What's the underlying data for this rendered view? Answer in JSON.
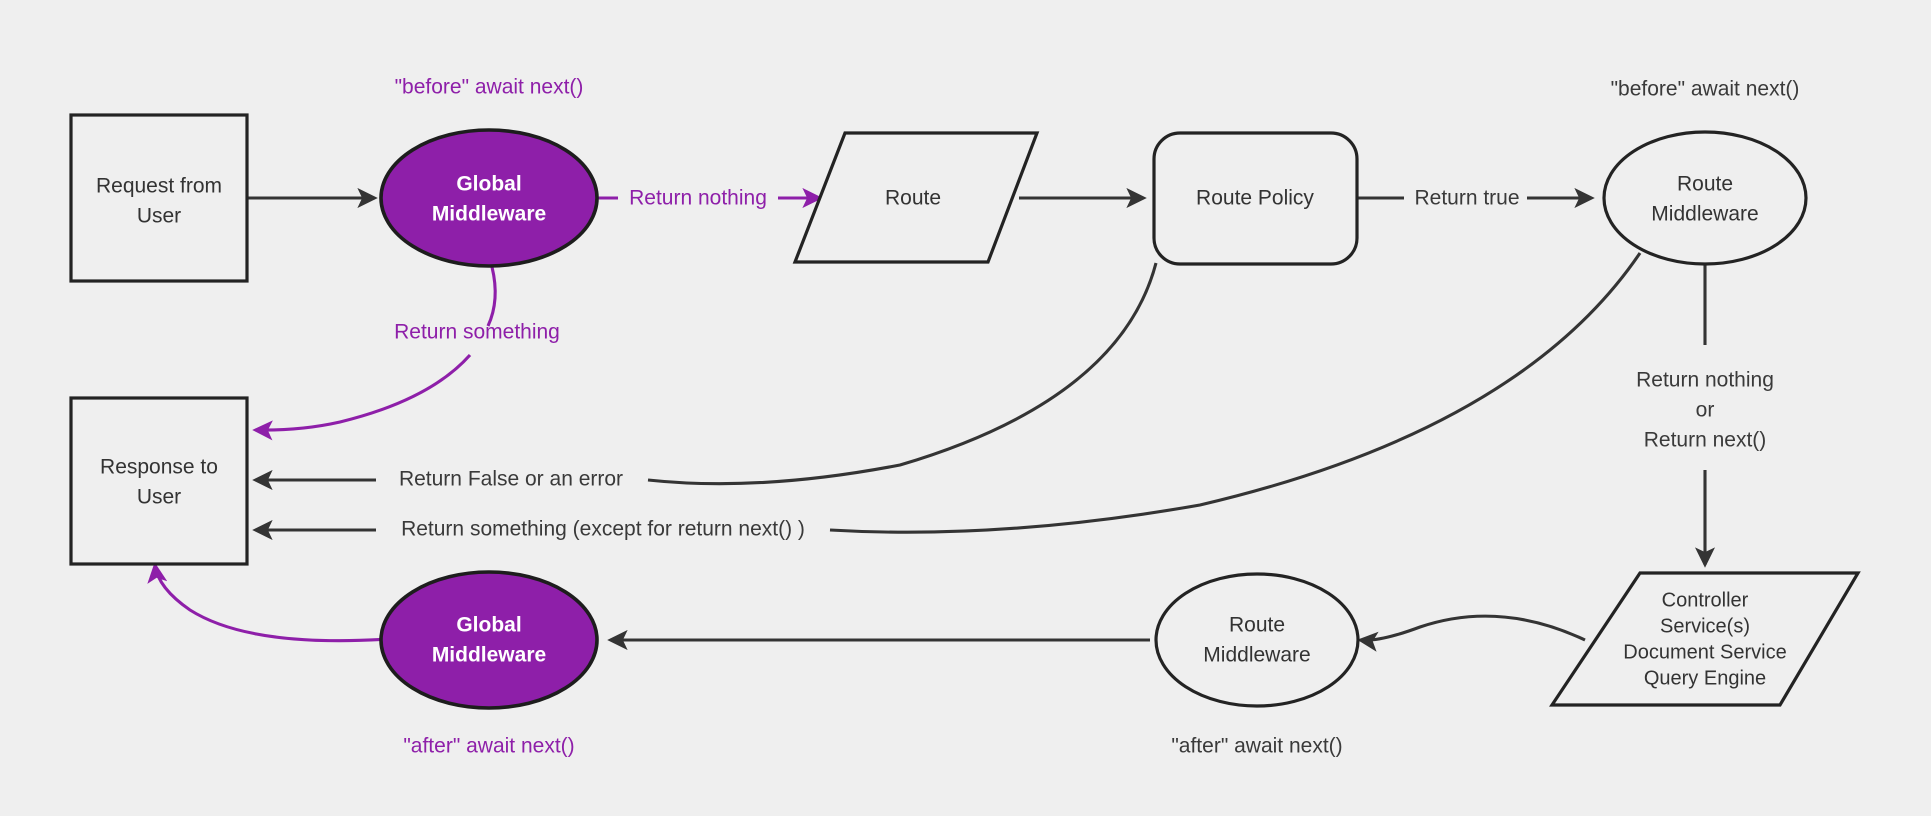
{
  "diagram": {
    "title": "Request lifecycle middleware flow",
    "background_color": "#efefef",
    "accent_color": "#8e1fa9",
    "line_color": "#343434",
    "text_color": "#333333"
  },
  "nodes": {
    "request_from_user": {
      "line1": "Request from",
      "line2": "User",
      "shape": "rectangle"
    },
    "global_middleware_top": {
      "line1": "Global",
      "line2": "Middleware",
      "shape": "ellipse-filled"
    },
    "route": {
      "line1": "Route",
      "shape": "parallelogram"
    },
    "route_policy": {
      "line1": "Route Policy",
      "shape": "rounded-rectangle"
    },
    "route_middleware_top": {
      "line1": "Route",
      "line2": "Middleware",
      "shape": "ellipse"
    },
    "controller_service": {
      "line1": "Controller",
      "line2": "Service(s)",
      "line3": "Document Service",
      "line4": "Query Engine",
      "shape": "parallelogram"
    },
    "route_middleware_bottom": {
      "line1": "Route",
      "line2": "Middleware",
      "shape": "ellipse"
    },
    "global_middleware_bottom": {
      "line1": "Global",
      "line2": "Middleware",
      "shape": "ellipse-filled"
    },
    "response_to_user": {
      "line1": "Response to",
      "line2": "User",
      "shape": "rectangle"
    }
  },
  "edge_labels": {
    "return_nothing": "Return nothing",
    "return_something": "Return something",
    "return_true": "Return true",
    "return_false_or_error": "Return False or an error",
    "return_something_except": "Return something (except for return next() )",
    "return_nothing_or_next_line1": "Return nothing",
    "return_nothing_or_next_line2": "or",
    "return_nothing_or_next_line3": "Return next()"
  },
  "annotations": {
    "before_await_next_top_left": "\"before\" await next()",
    "before_await_next_top_right": "\"before\" await next()",
    "after_await_next_bottom_left": "\"after\" await next()",
    "after_await_next_bottom_right": "\"after\" await next()"
  }
}
